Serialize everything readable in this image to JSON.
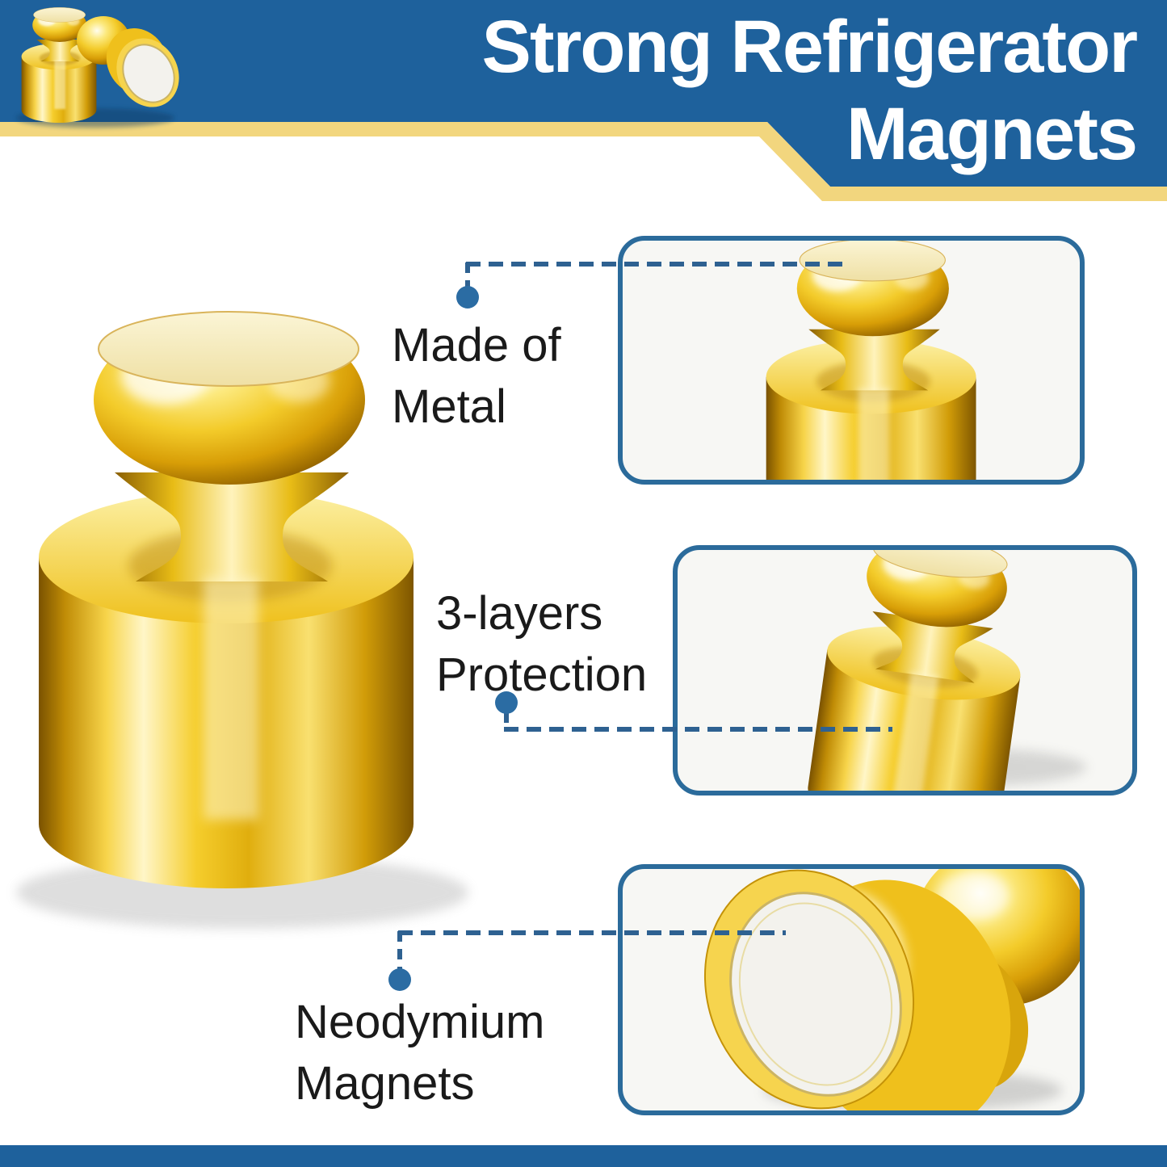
{
  "banner": {
    "title_line1": "Strong Refrigerator",
    "title_line2": "Magnets"
  },
  "callouts": [
    {
      "line1": "Made of",
      "line2": "Metal"
    },
    {
      "line1": "3-layers",
      "line2": "Protection"
    },
    {
      "line1": "Neodymium",
      "line2": "Magnets"
    }
  ],
  "images": {
    "thumbnail": "pair-of-gold-pushpin-magnets",
    "main": "large-gold-pushpin-magnet",
    "callout_1": "magnet-metal-top-closeup",
    "callout_2": "magnet-body-3-layer-closeup",
    "callout_3": "neodymium-disc-closeup"
  },
  "colors": {
    "banner_blue": "#1E619C",
    "accent_yellow": "#F2D67E",
    "box_border_blue": "#2B6B9B",
    "connector_blue": "#2E6191",
    "dot_blue": "#2B6CA3",
    "text_black": "#1A1A1A",
    "gold": "#EFC11E",
    "footer_blue": "#1E619C"
  }
}
